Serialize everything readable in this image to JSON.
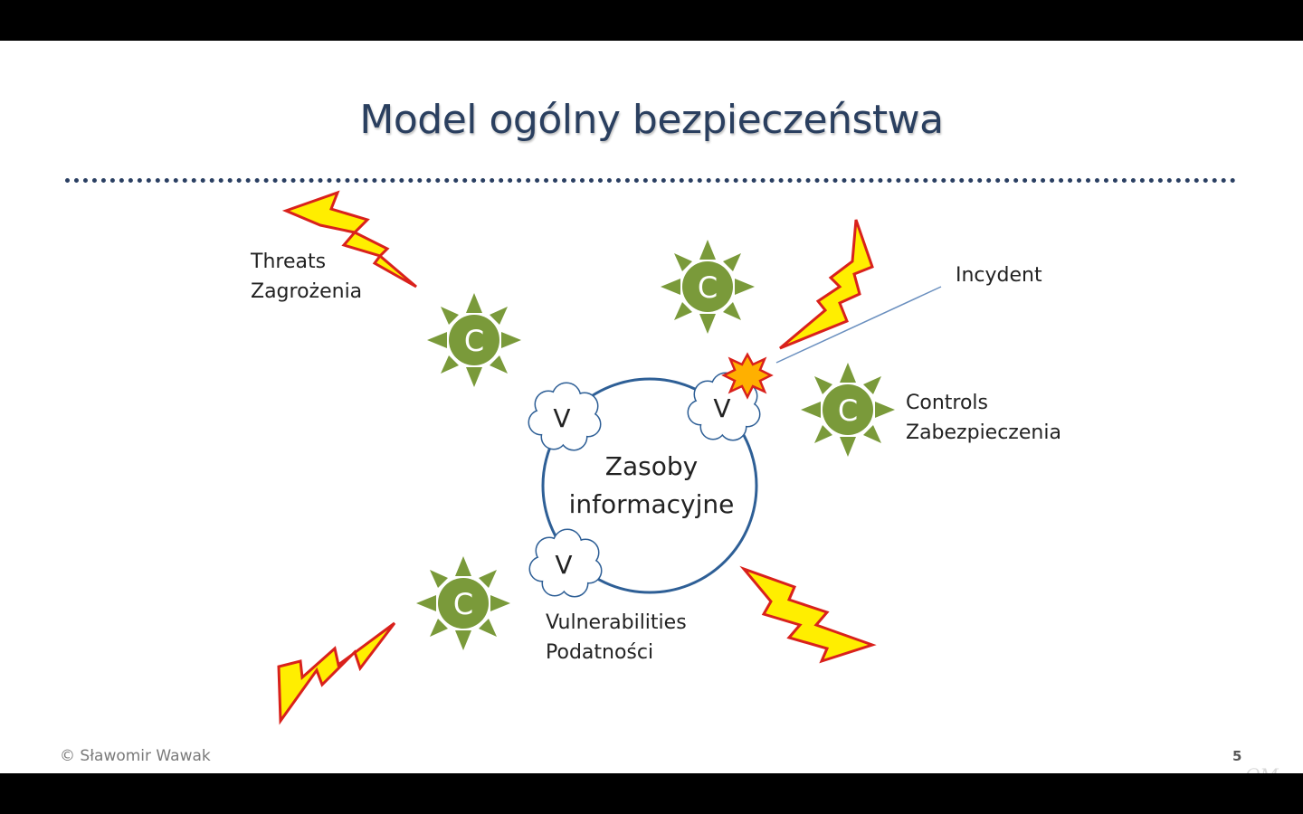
{
  "slide": {
    "title": "Model ogólny bezpieczeństwa",
    "page_number": "5",
    "copyright": "© Sławomir Wawak",
    "watermark": "QM"
  },
  "diagram": {
    "center_label_line1": "Zasoby",
    "center_label_line2": "informacyjne",
    "vulnerability_symbol": "V",
    "control_symbol": "C",
    "threats_label_en": "Threats",
    "threats_label_pl": "Zagrożenia",
    "incident_label": "Incydent",
    "controls_label_en": "Controls",
    "controls_label_pl": "Zabezpieczenia",
    "vulnerabilities_label_en": "Vulnerabilities",
    "vulnerabilities_label_pl": "Podatności"
  },
  "colors": {
    "title": "#2a3f5f",
    "circle_stroke": "#2e5f96",
    "control_fill": "#7a9a3a",
    "lightning_fill": "#ffee00",
    "lightning_stroke": "#d9211c",
    "incident_fill": "#ffb000"
  }
}
